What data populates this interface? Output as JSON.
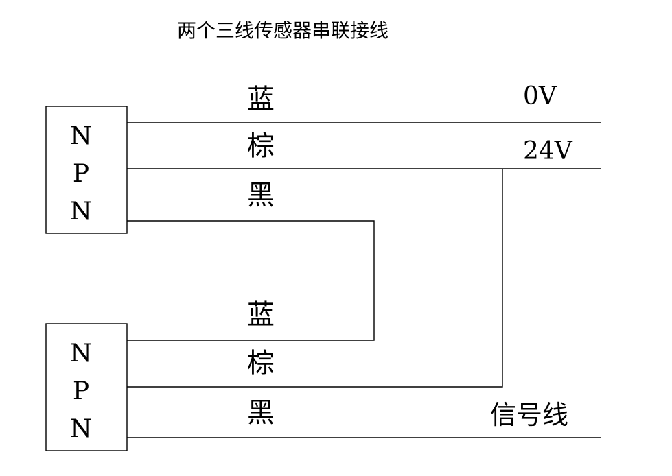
{
  "title": "两个三线传感器串联接线",
  "sensor_top": {
    "letters": [
      "N",
      "P",
      "N"
    ],
    "wires": {
      "blue": "蓝",
      "brown": "棕",
      "black": "黑"
    }
  },
  "sensor_bottom": {
    "letters": [
      "N",
      "P",
      "N"
    ],
    "wires": {
      "blue": "蓝",
      "brown": "棕",
      "black": "黑"
    }
  },
  "rails": {
    "zero_volt": "0V",
    "supply": "24V",
    "signal": "信号线"
  }
}
